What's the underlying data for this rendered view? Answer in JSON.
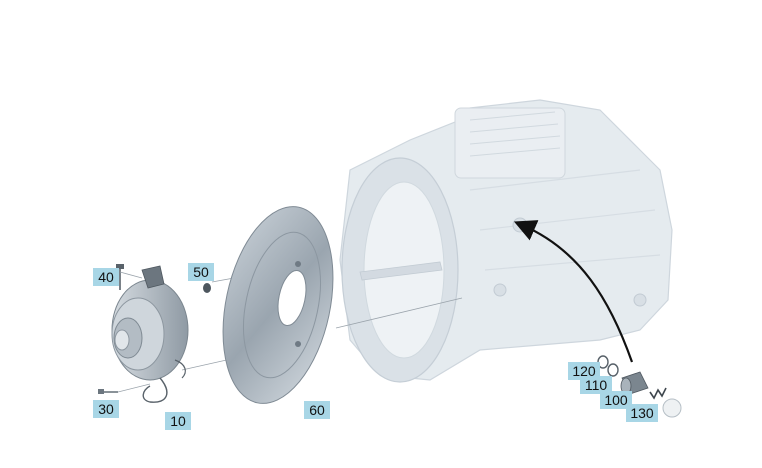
{
  "diagram": {
    "callouts": {
      "c10": "10",
      "c30": "30",
      "c40": "40",
      "c50": "50",
      "c60": "60",
      "c100": "100",
      "c110": "110",
      "c120": "120",
      "c130": "130"
    },
    "colors": {
      "callout_bg": "#a8d6e6",
      "housing": "#dfe6ec",
      "part": "#b8c2cc",
      "arrow": "#111111"
    }
  }
}
